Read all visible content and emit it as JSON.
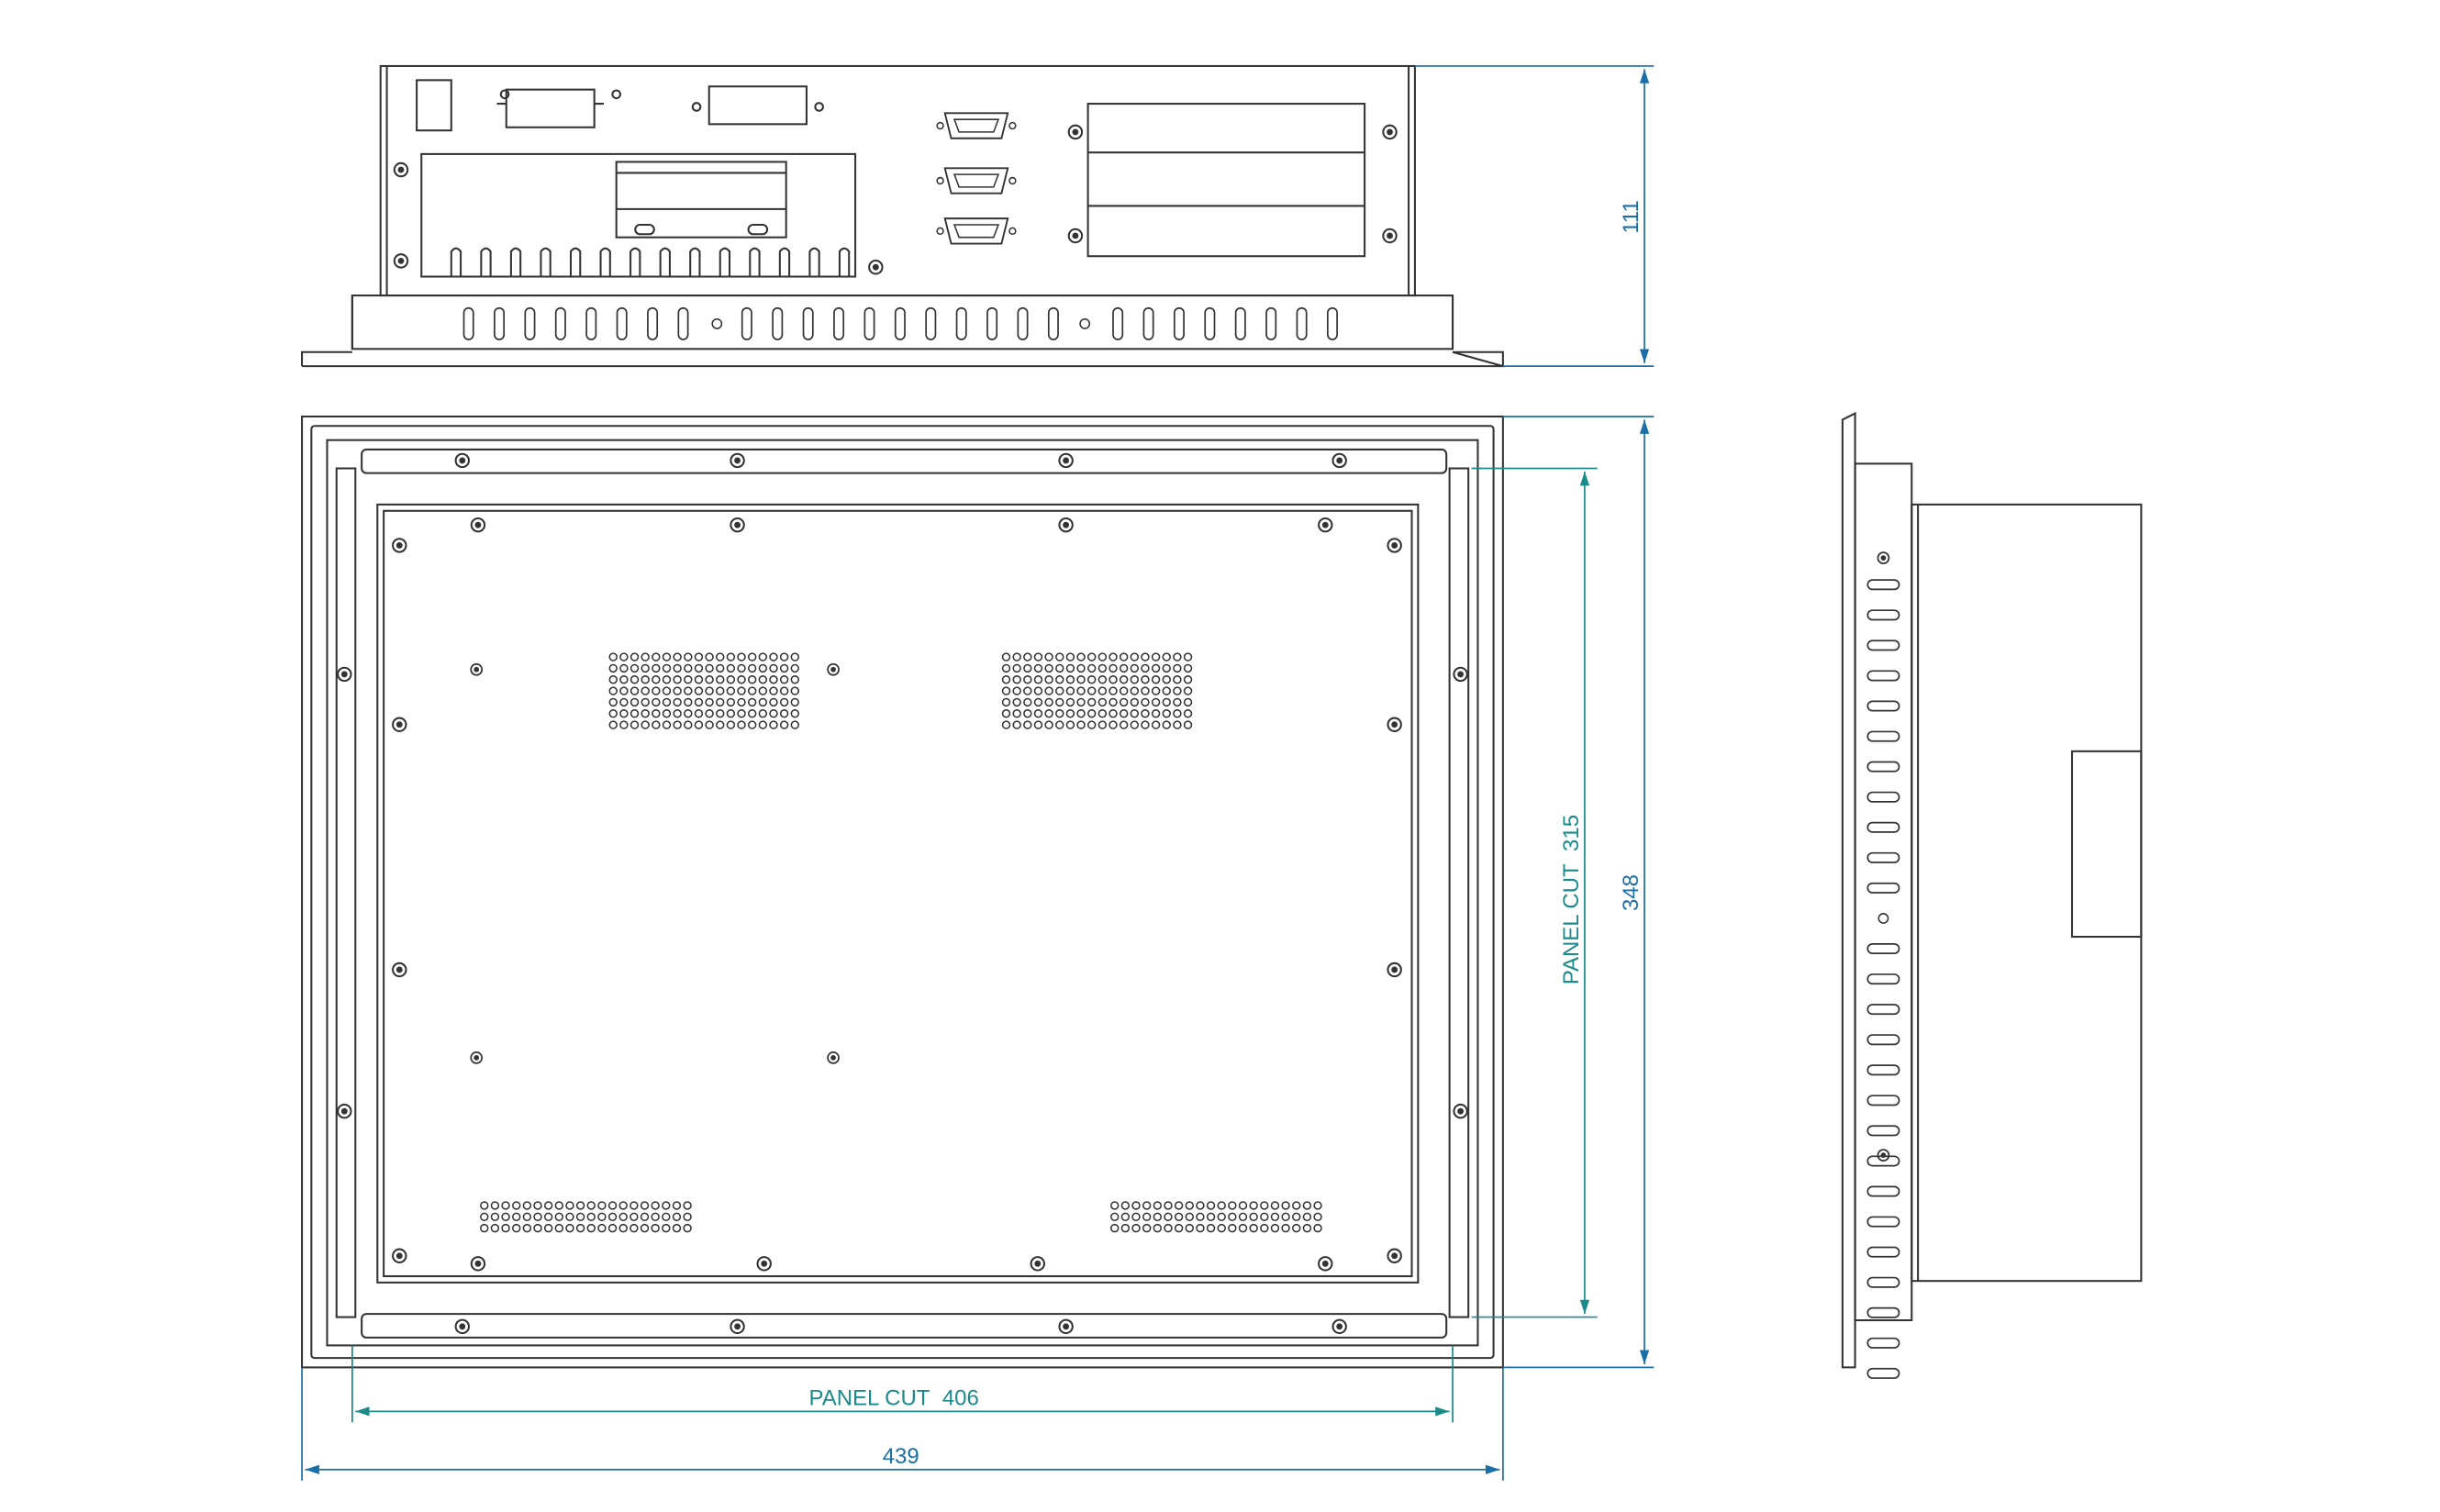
{
  "dimensions": {
    "height_top_view": "111",
    "panel_cut_height_label": "PANEL CUT",
    "panel_cut_height_value": "315",
    "overall_height": "348",
    "panel_cut_width_label": "PANEL CUT",
    "panel_cut_width_value": "406",
    "overall_width": "439"
  },
  "colors": {
    "outline": "#333333",
    "dimension": "#1a6fa8",
    "panel_cut": "#1a8a8a"
  }
}
